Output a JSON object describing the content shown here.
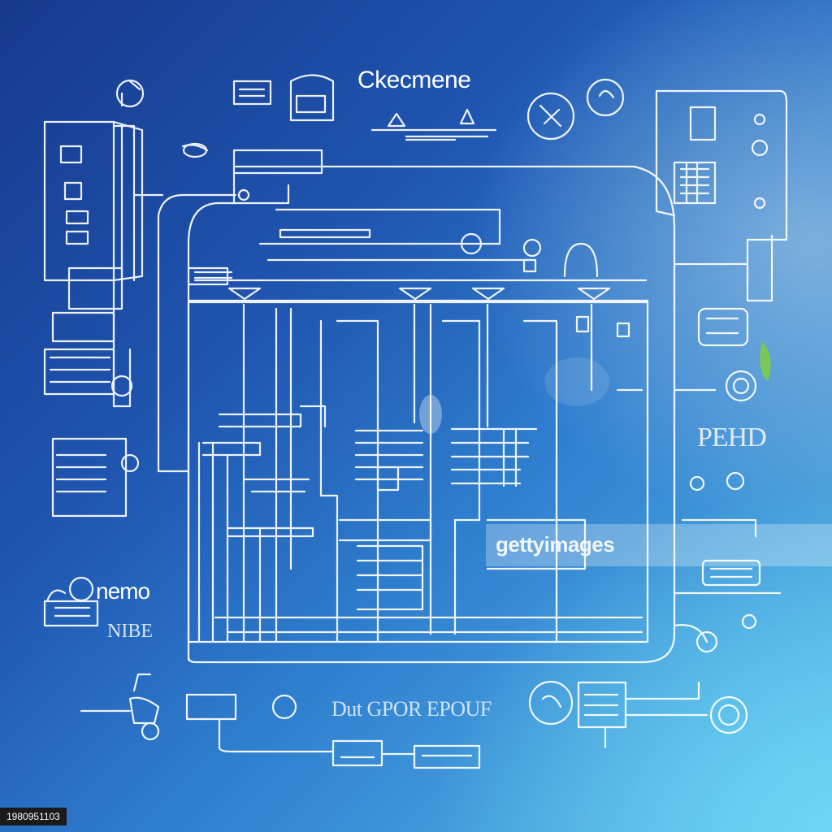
{
  "image": {
    "title_text": "Ckecmene",
    "label_right": "PEHD",
    "label_left": "nemo",
    "label_left_small": "NIBE",
    "label_bottom": "Dut GPOR EPOUF",
    "watermark": "gettyimages",
    "image_id": "1980951103"
  },
  "colors": {
    "background_dark": "#163a8c",
    "background_light": "#5cbde8",
    "line": "#ffffff",
    "accent": "#7ccb4a"
  }
}
